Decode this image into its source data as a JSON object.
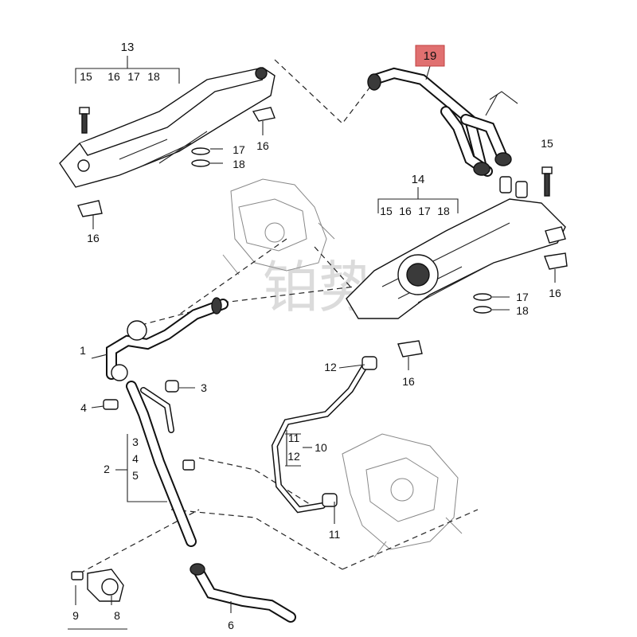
{
  "callouts": {
    "c1": "1",
    "c2": "2",
    "c3a": "3",
    "c3b": "3",
    "c4a": "4",
    "c4b": "4",
    "c5": "5",
    "c6": "6",
    "c8": "8",
    "c9": "9",
    "c10": "10",
    "c11a": "11",
    "c11b": "11",
    "c12a": "12",
    "c12b": "12",
    "c13": "13",
    "c14": "14",
    "c15a": "15",
    "c15b": "15",
    "c15c": "15",
    "c16a": "16",
    "c16b": "16",
    "c16c": "16",
    "c16d": "16",
    "c16e": "16",
    "c16f": "16",
    "c17a": "17",
    "c17b": "17",
    "c17c": "17",
    "c17d": "17",
    "c18a": "18",
    "c18b": "18",
    "c18c": "18",
    "c18d": "18",
    "c19": "19"
  },
  "highlight_color": "#e07070",
  "watermark": "铂势"
}
